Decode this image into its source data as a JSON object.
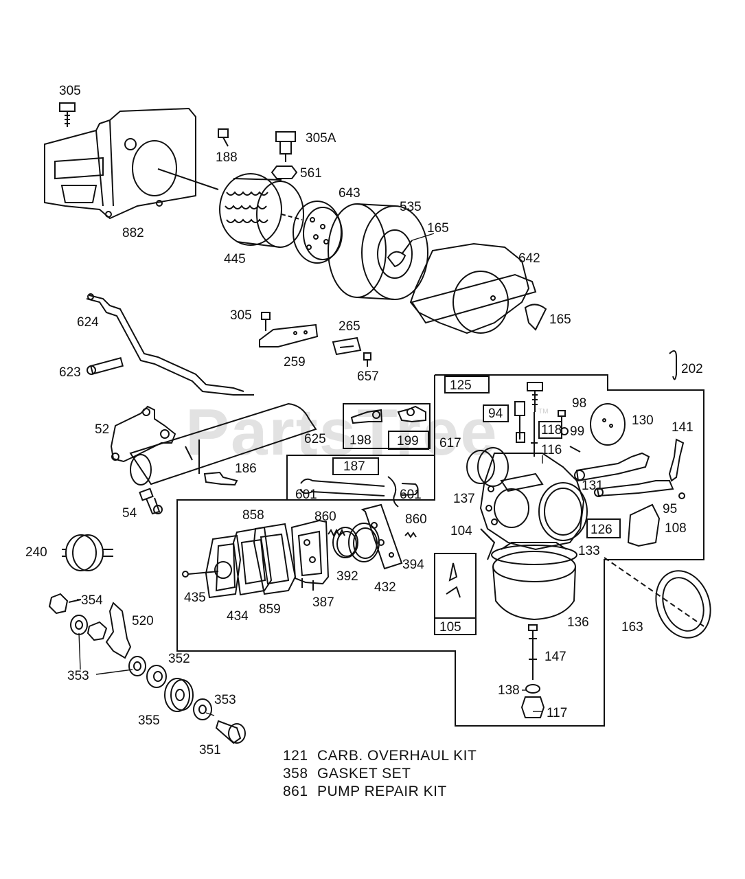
{
  "watermark": "PartsTree",
  "watermark_tm": "TM",
  "labels": {
    "p305_top": "305",
    "p188": "188",
    "p305A": "305A",
    "p561": "561",
    "p643": "643",
    "p535": "535",
    "p165_a": "165",
    "p642": "642",
    "p882": "882",
    "p445": "445",
    "p165_b": "165",
    "p624": "624",
    "p305_mid": "305",
    "p265": "265",
    "p259": "259",
    "p657": "657",
    "p623": "623",
    "p202": "202",
    "p125": "125",
    "p98": "98",
    "p94": "94",
    "p130": "130",
    "p141": "141",
    "p118": "118",
    "p99": "99",
    "p617": "617",
    "p116": "116",
    "p52": "52",
    "p625": "625",
    "p198": "198",
    "p199": "199",
    "p187": "187",
    "p186": "186",
    "p601_a": "601",
    "p601_b": "601",
    "p137": "137",
    "p131": "131",
    "p54": "54",
    "p95": "95",
    "p858": "858",
    "p860_a": "860",
    "p860_b": "860",
    "p104": "104",
    "p126": "126",
    "p108": "108",
    "p240": "240",
    "p133": "133",
    "p394": "394",
    "p392": "392",
    "p432": "432",
    "p435": "435",
    "p434": "434",
    "p859": "859",
    "p387": "387",
    "p354": "354",
    "p520": "520",
    "p105": "105",
    "p136": "136",
    "p163": "163",
    "p353_a": "353",
    "p352": "352",
    "p147": "147",
    "p355": "355",
    "p353_b": "353",
    "p138": "138",
    "p117": "117",
    "p351": "351"
  },
  "kits": [
    {
      "num": "121",
      "desc": "CARB. OVERHAUL KIT"
    },
    {
      "num": "358",
      "desc": "GASKET SET"
    },
    {
      "num": "861",
      "desc": "PUMP REPAIR KIT"
    }
  ]
}
